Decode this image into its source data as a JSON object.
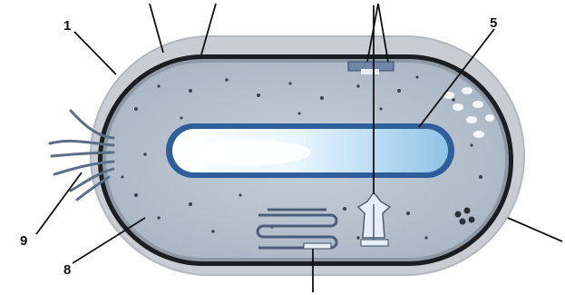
{
  "diagram": {
    "labels": [
      {
        "id": "label-1",
        "text": "1"
      },
      {
        "id": "label-5",
        "text": "5"
      },
      {
        "id": "label-8",
        "text": "8"
      },
      {
        "id": "label-9",
        "text": "9"
      }
    ],
    "colors": {
      "capsule": "#c9cdd3",
      "cell_wall": "#1b1e22",
      "cytoplasm": "#bcc6d2",
      "nucleoid_outer": "#2f5f9a",
      "nucleoid_inner": "#9fcde8",
      "nucleoid_core": "#f2fbff",
      "flagella": "#5b6f88",
      "mesosome": "#4d5f78",
      "inclusions": "#f3f6fa",
      "granules": "#2a3038"
    }
  }
}
